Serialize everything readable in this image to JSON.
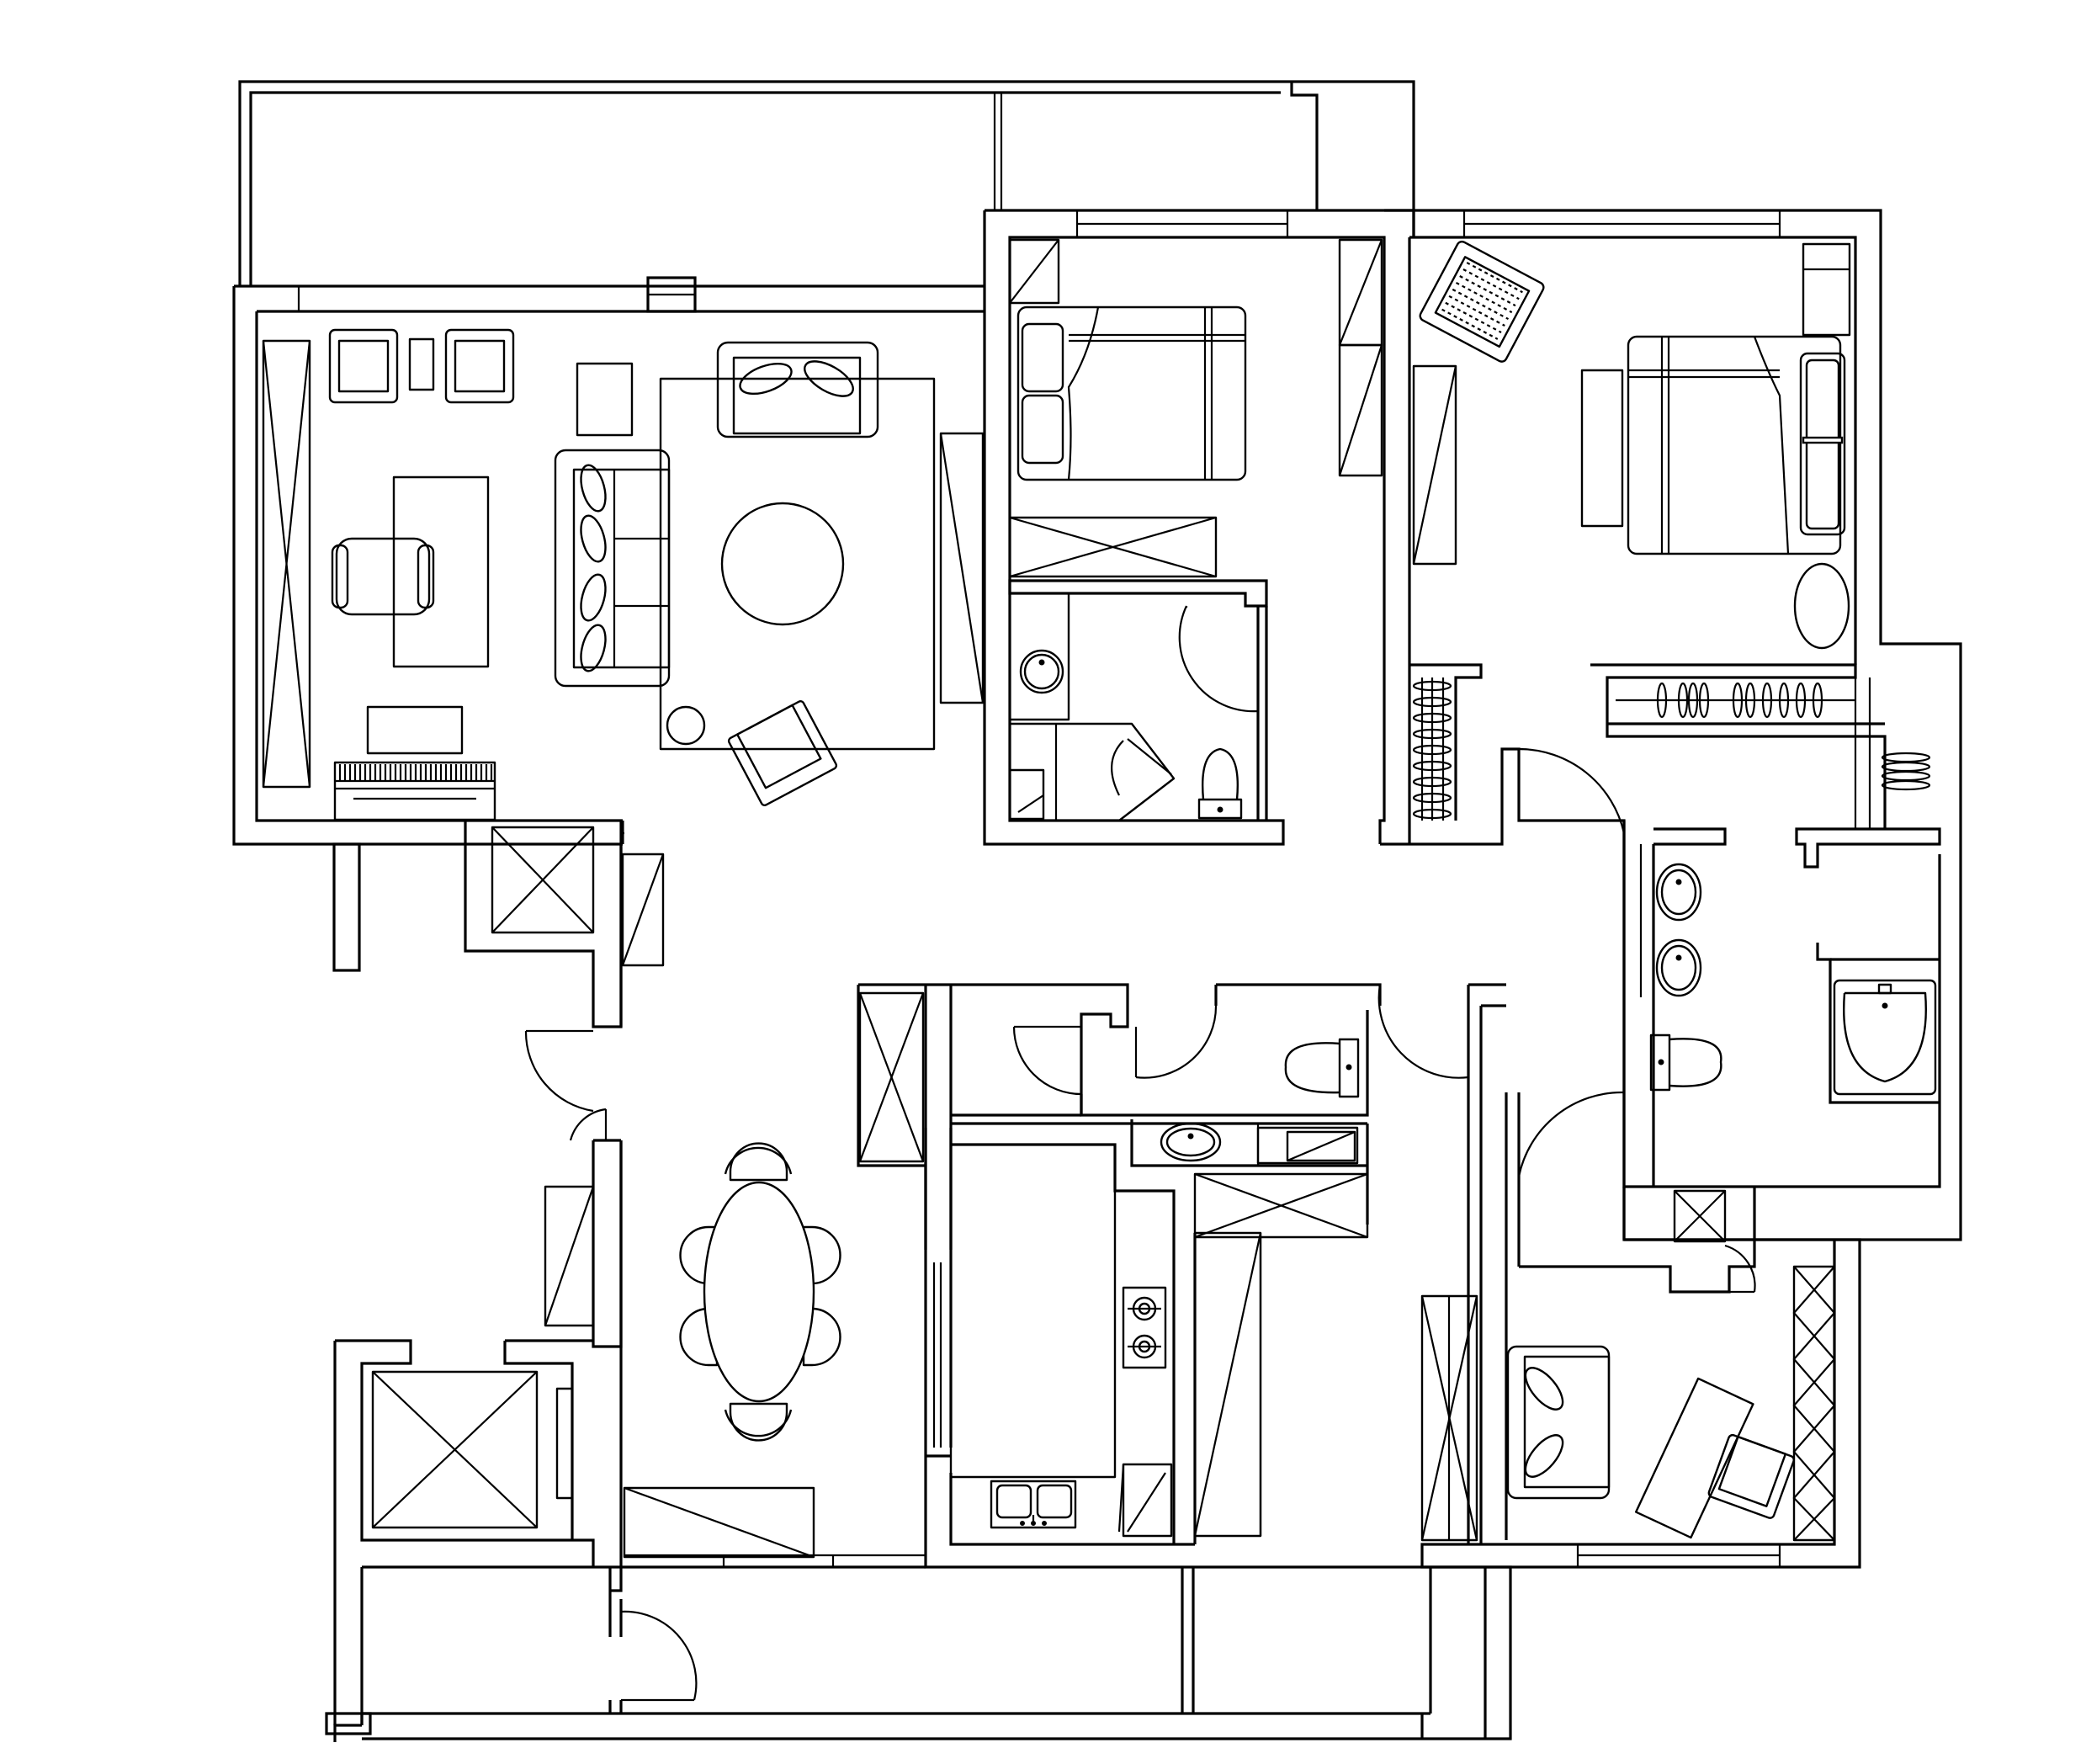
{
  "diagram": {
    "kind": "residential apartment floor plan",
    "labels": [],
    "colors": {
      "line": "#000000",
      "background": "#ffffff"
    },
    "rooms": [
      {
        "id": "balcony-north",
        "furniture": []
      },
      {
        "id": "study-living",
        "furniture": [
          "wardrobe",
          "armchair",
          "armchair",
          "side-table",
          "cabinet",
          "desk",
          "office-chair",
          "tv-cabinet",
          "piano",
          "sofa",
          "loveseat",
          "round-coffee-table",
          "lounge-chair",
          "side-stool",
          "rug"
        ]
      },
      {
        "id": "bedroom-north",
        "furniture": [
          "wardrobe",
          "wardrobe",
          "double-bed",
          "closet-unit",
          "basin",
          "shower",
          "toilet"
        ]
      },
      {
        "id": "master-bedroom",
        "furniture": [
          "lounge-chair",
          "double-bed",
          "bedside-cabinet",
          "bench",
          "wardrobe",
          "round-table",
          "closet-rack",
          "closet-rack"
        ]
      },
      {
        "id": "master-bath",
        "furniture": [
          "double-basin",
          "toilet",
          "bathtub",
          "cabinet"
        ]
      },
      {
        "id": "utility-shaft",
        "furniture": [
          "storage"
        ]
      },
      {
        "id": "dining",
        "furniture": [
          "oval-dining-table",
          "dining-chair",
          "dining-chair",
          "dining-chair",
          "dining-chair",
          "dining-chair",
          "dining-chair",
          "dining-chair",
          "dining-chair",
          "sideboard"
        ]
      },
      {
        "id": "kitchen",
        "furniture": [
          "island",
          "gas-hob",
          "double-sink",
          "fridge"
        ]
      },
      {
        "id": "guest-bath",
        "furniture": [
          "toilet",
          "basin",
          "washing-machine",
          "cabinet"
        ]
      },
      {
        "id": "corridor",
        "furniture": [
          "wardrobe",
          "wardrobe"
        ]
      },
      {
        "id": "bedroom-south",
        "furniture": [
          "sofa",
          "desk",
          "chair",
          "shelving"
        ]
      },
      {
        "id": "elevator-lobby",
        "furniture": [
          "elevator",
          "cabinet"
        ]
      },
      {
        "id": "balcony-south",
        "furniture": []
      }
    ]
  }
}
